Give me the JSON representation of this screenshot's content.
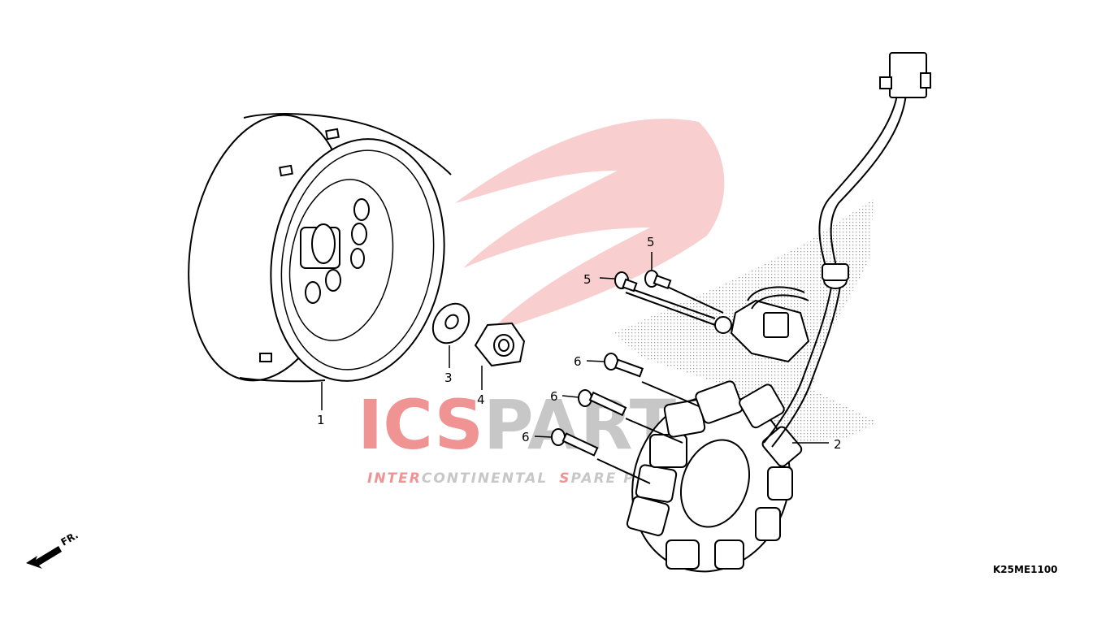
{
  "watermark": {
    "brand_red": "ICS",
    "brand_gray": "PARTS",
    "tagline_red_1": "INTER",
    "tagline_mid_1": "CONTINENTAL",
    "tagline_red_2": "S",
    "tagline_rest": "PARE PARTS",
    "color_red": "#e23b3b",
    "color_gray": "#9a9a9a"
  },
  "callouts": [
    {
      "id": "1",
      "text": "1"
    },
    {
      "id": "2",
      "text": "2"
    },
    {
      "id": "3",
      "text": "3"
    },
    {
      "id": "4",
      "text": "4"
    },
    {
      "id": "5a",
      "text": "5"
    },
    {
      "id": "5b",
      "text": "5"
    },
    {
      "id": "6a",
      "text": "6"
    },
    {
      "id": "6b",
      "text": "6"
    },
    {
      "id": "6c",
      "text": "6"
    }
  ],
  "front_marker": {
    "label": "FR.",
    "icon": "front-arrow-icon"
  },
  "diagram_code": "K25ME1100"
}
